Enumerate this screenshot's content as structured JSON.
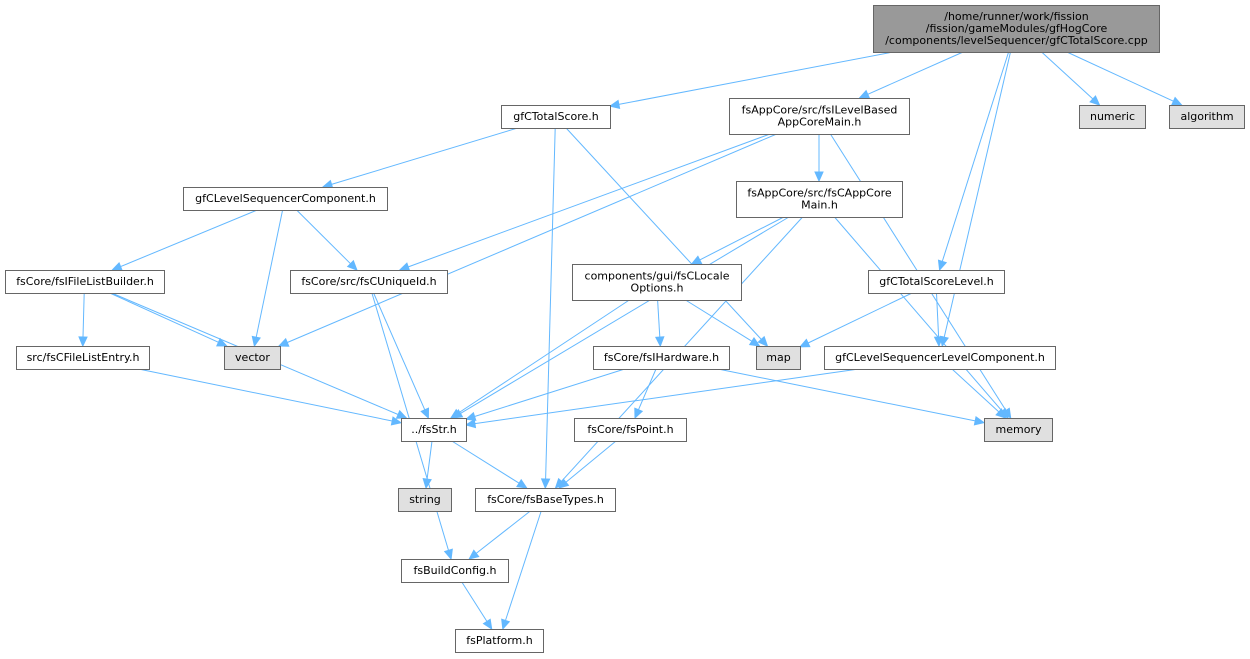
{
  "colors": {
    "root_fill": "#999999",
    "node_fill": "#ffffff",
    "system_fill": "#e0e0e0",
    "border": "#666666",
    "edge": "#63b8ff"
  },
  "graph": {
    "title": "gfCTotalScore.cpp include dependency graph",
    "nodes": [
      {
        "id": "root",
        "kind": "root",
        "lines": [
          "/home/runner/work/fission",
          "/fission/gameModules/gfHogCore",
          "/components/levelSequencer/gfCTotalScore.cpp"
        ]
      },
      {
        "id": "gfCTotalScore_h",
        "kind": "file",
        "lines": [
          "gfCTotalScore.h"
        ]
      },
      {
        "id": "fsILevelBased",
        "kind": "file",
        "lines": [
          "fsAppCore/src/fsILevelBased",
          "AppCoreMain.h"
        ]
      },
      {
        "id": "numeric",
        "kind": "system",
        "lines": [
          "numeric"
        ]
      },
      {
        "id": "algorithm",
        "kind": "system",
        "lines": [
          "algorithm"
        ]
      },
      {
        "id": "gfCLevelSeqComp",
        "kind": "file",
        "lines": [
          "gfCLevelSequencerComponent.h"
        ]
      },
      {
        "id": "fsCAppCoreMain",
        "kind": "file",
        "lines": [
          "fsAppCore/src/fsCAppCore",
          "Main.h"
        ]
      },
      {
        "id": "fsIFileListBuilder",
        "kind": "file",
        "lines": [
          "fsCore/fsIFileListBuilder.h"
        ]
      },
      {
        "id": "fsCUniqueId",
        "kind": "file",
        "lines": [
          "fsCore/src/fsCUniqueId.h"
        ]
      },
      {
        "id": "fsCLocale",
        "kind": "file",
        "lines": [
          "components/gui/fsCLocale",
          "Options.h"
        ]
      },
      {
        "id": "gfCTotalScoreLevel",
        "kind": "file",
        "lines": [
          "gfCTotalScoreLevel.h"
        ]
      },
      {
        "id": "fsCFileListEntry",
        "kind": "file",
        "lines": [
          "src/fsCFileListEntry.h"
        ]
      },
      {
        "id": "vector",
        "kind": "system",
        "lines": [
          "vector"
        ]
      },
      {
        "id": "fsIHardware",
        "kind": "file",
        "lines": [
          "fsCore/fsIHardware.h"
        ]
      },
      {
        "id": "map",
        "kind": "system",
        "lines": [
          "map"
        ]
      },
      {
        "id": "gfCLevelSeqLevelComp",
        "kind": "file",
        "lines": [
          "gfCLevelSequencerLevelComponent.h"
        ]
      },
      {
        "id": "fsStr",
        "kind": "file",
        "lines": [
          "../fsStr.h"
        ]
      },
      {
        "id": "fsPoint",
        "kind": "file",
        "lines": [
          "fsCore/fsPoint.h"
        ]
      },
      {
        "id": "memory",
        "kind": "system",
        "lines": [
          "memory"
        ]
      },
      {
        "id": "string",
        "kind": "system",
        "lines": [
          "string"
        ]
      },
      {
        "id": "fsBaseTypes",
        "kind": "file",
        "lines": [
          "fsCore/fsBaseTypes.h"
        ]
      },
      {
        "id": "fsBuildConfig",
        "kind": "file",
        "lines": [
          "fsBuildConfig.h"
        ]
      },
      {
        "id": "fsPlatform",
        "kind": "file",
        "lines": [
          "fsPlatform.h"
        ]
      }
    ],
    "edges": [
      [
        "root",
        "gfCTotalScore_h"
      ],
      [
        "root",
        "fsILevelBased"
      ],
      [
        "root",
        "numeric"
      ],
      [
        "root",
        "algorithm"
      ],
      [
        "root",
        "gfCTotalScoreLevel"
      ],
      [
        "root",
        "gfCLevelSeqLevelComp"
      ],
      [
        "gfCTotalScore_h",
        "gfCLevelSeqComp"
      ],
      [
        "gfCTotalScore_h",
        "map"
      ],
      [
        "gfCTotalScore_h",
        "fsBaseTypes"
      ],
      [
        "fsILevelBased",
        "fsCAppCoreMain"
      ],
      [
        "fsILevelBased",
        "vector"
      ],
      [
        "fsILevelBased",
        "fsCUniqueId"
      ],
      [
        "fsILevelBased",
        "memory"
      ],
      [
        "gfCLevelSeqComp",
        "fsIFileListBuilder"
      ],
      [
        "gfCLevelSeqComp",
        "vector"
      ],
      [
        "gfCLevelSeqComp",
        "fsCUniqueId"
      ],
      [
        "fsCAppCoreMain",
        "fsCLocale"
      ],
      [
        "fsCAppCoreMain",
        "fsStr"
      ],
      [
        "fsCAppCoreMain",
        "memory"
      ],
      [
        "fsCAppCoreMain",
        "fsBaseTypes"
      ],
      [
        "fsIFileListBuilder",
        "fsCFileListEntry"
      ],
      [
        "fsIFileListBuilder",
        "vector"
      ],
      [
        "fsIFileListBuilder",
        "fsStr"
      ],
      [
        "fsCUniqueId",
        "fsStr"
      ],
      [
        "fsCUniqueId",
        "fsBuildConfig"
      ],
      [
        "fsCLocale",
        "map"
      ],
      [
        "fsCLocale",
        "fsIHardware"
      ],
      [
        "fsCLocale",
        "fsStr"
      ],
      [
        "gfCTotalScoreLevel",
        "map"
      ],
      [
        "gfCTotalScoreLevel",
        "gfCLevelSeqLevelComp"
      ],
      [
        "fsCFileListEntry",
        "fsStr"
      ],
      [
        "fsIHardware",
        "fsStr"
      ],
      [
        "fsIHardware",
        "fsPoint"
      ],
      [
        "fsIHardware",
        "memory"
      ],
      [
        "gfCLevelSeqLevelComp",
        "fsStr"
      ],
      [
        "gfCLevelSeqLevelComp",
        "memory"
      ],
      [
        "fsStr",
        "string"
      ],
      [
        "fsStr",
        "fsBaseTypes"
      ],
      [
        "fsPoint",
        "fsBaseTypes"
      ],
      [
        "fsBaseTypes",
        "fsBuildConfig"
      ],
      [
        "fsBaseTypes",
        "fsPlatform"
      ],
      [
        "fsBuildConfig",
        "fsPlatform"
      ]
    ]
  }
}
